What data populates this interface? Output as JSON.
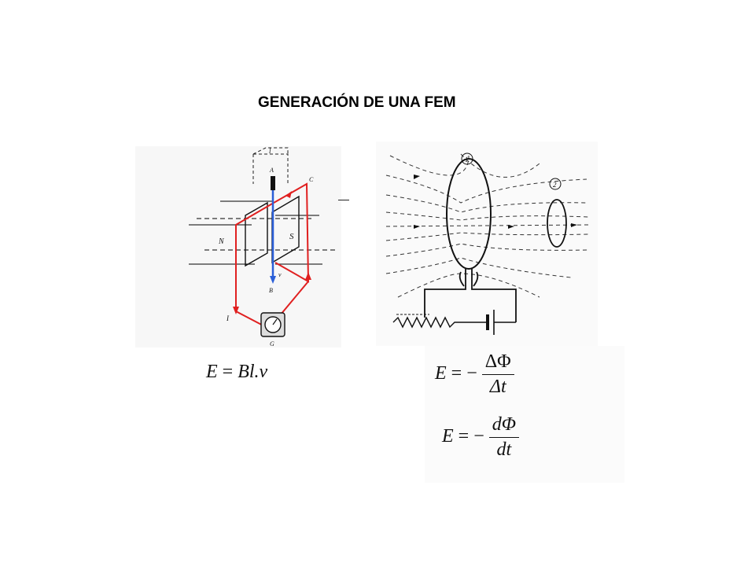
{
  "title": "GENERACIÓN DE UNA FEM",
  "left_figure": {
    "labels": {
      "l_top": "l",
      "A": "A",
      "C": "C",
      "N": "N",
      "S": "S",
      "v": "v",
      "B": "B",
      "I": "I",
      "G": "G",
      "dash": "—"
    }
  },
  "right_figure": {
    "labels": {
      "loop1": "1",
      "loop2": "2"
    }
  },
  "equations": {
    "motional": {
      "lhs": "E",
      "eq": "=",
      "rhs": "Bl.v"
    },
    "faraday_delta": {
      "lhs": "E",
      "eq": "= −",
      "num": "ΔΦ",
      "den": "Δt"
    },
    "faraday_diff": {
      "lhs": "E",
      "eq": "= −",
      "num": "dΦ",
      "den": "dt"
    }
  },
  "colors": {
    "circuit_red": "#e02020",
    "conductor_blue": "#2a5fd8"
  }
}
